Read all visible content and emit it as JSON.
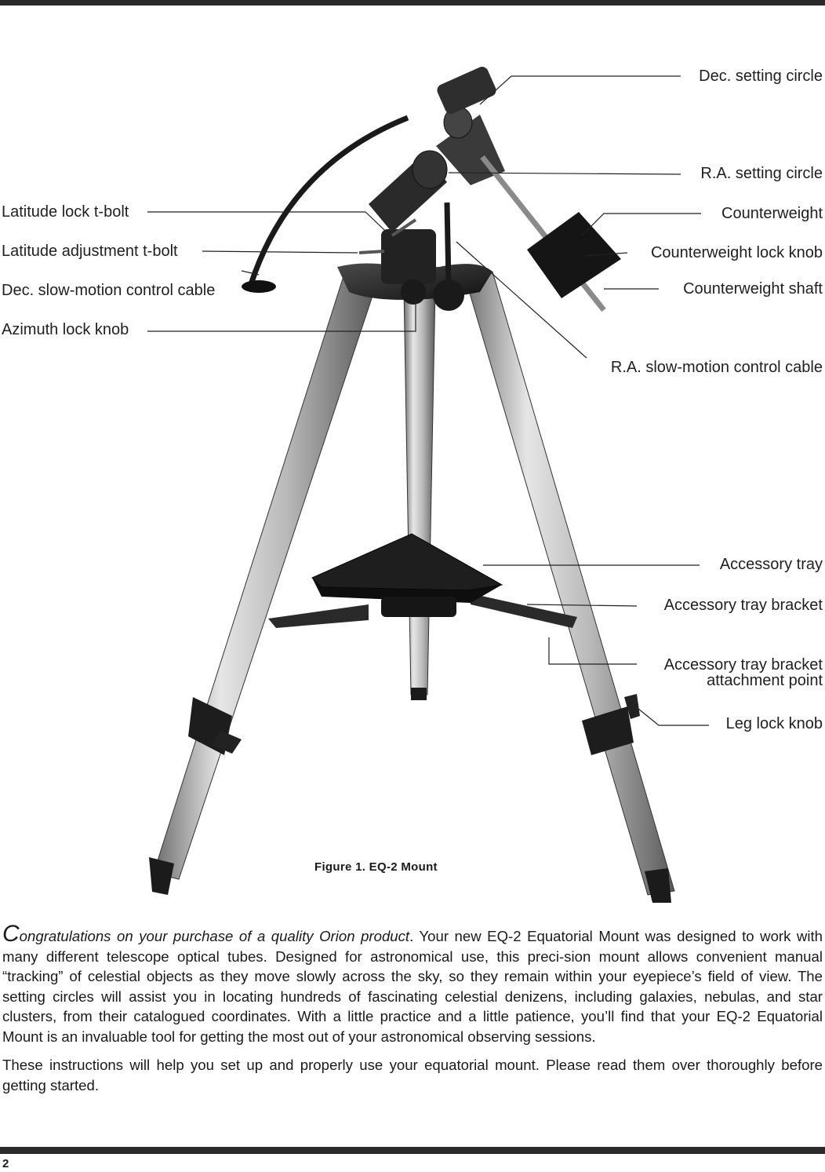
{
  "page_number": "2",
  "figure": {
    "caption": "Figure 1. EQ-2 Mount",
    "labels_left": [
      "Latitude lock t-bolt",
      "Latitude adjustment t-bolt",
      "Dec. slow-motion control cable",
      "Azimuth lock knob"
    ],
    "labels_right": {
      "dec_setting_circle": "Dec. setting circle",
      "ra_setting_circle": "R.A. setting circle",
      "counterweight": "Counterweight",
      "counterweight_lock_knob": "Counterweight lock knob",
      "counterweight_shaft": "Counterweight shaft",
      "ra_slow_motion_cable": "R.A. slow-motion control cable",
      "accessory_tray": "Accessory tray",
      "accessory_tray_bracket": "Accessory tray bracket",
      "bracket_attachment_line1": "Accessory tray bracket",
      "bracket_attachment_line2": "attachment point",
      "leg_lock_knob": "Leg lock knob"
    }
  },
  "body": {
    "drop_cap": "C",
    "lead_rest": "ongratulations on your purchase of a quality Orion product",
    "paragraph1_rest": ". Your new EQ-2 Equatorial Mount was designed to work with many different telescope optical tubes. Designed for astronomical use, this preci-sion mount allows convenient manual “tracking” of celestial objects as they move slowly across the sky, so they remain within your eyepiece’s field of view. The setting circles will assist you in locating hundreds of fascinating celestial denizens, including galaxies, nebulas, and star clusters, from their catalogued coordinates. With a little practice and a little patience, you’ll find that your EQ-2 Equatorial Mount is an invaluable tool for getting the most out of your astronomical observing sessions.",
    "paragraph2": "These instructions will help you set up and properly use your equatorial mount. Please read them over thoroughly before getting started."
  }
}
